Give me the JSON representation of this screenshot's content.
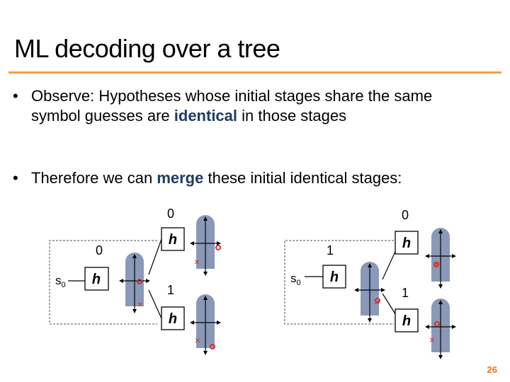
{
  "title": "ML decoding over a tree",
  "bullets": [
    {
      "line1": "Observe: Hypotheses whose initial stages share the same",
      "line2_pre": "symbol guesses are ",
      "line2_hl": "identical",
      "line2_post": " in those stages"
    },
    {
      "pre": "Therefore we can ",
      "hl": "merge",
      "post": " these initial identical stages:"
    }
  ],
  "diagram_labels": {
    "left": {
      "s0_main": "s",
      "s0_sub": "0",
      "h": "h",
      "edge_root": "0",
      "edge_top": "0",
      "edge_bottom": "1"
    },
    "right": {
      "s0_main": "s",
      "s0_sub": "0",
      "h": "h",
      "edge_root": "1",
      "edge_top": "0",
      "edge_bottom": "1"
    }
  },
  "colors": {
    "accent": "#f0a050",
    "highlight_text": "#1f3c64",
    "bar": "#8a99b8",
    "marker": "#d0342c",
    "page_number": "#e87722"
  },
  "page_number": "26"
}
